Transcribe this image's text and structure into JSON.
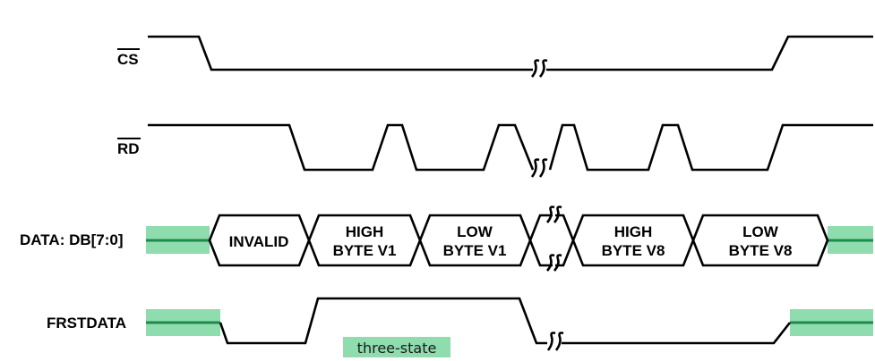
{
  "signals": {
    "cs": "CS",
    "rd": "RD",
    "data": "DATA: DB[7:0]",
    "frstdata": "FRSTDATA"
  },
  "data_cells": {
    "invalid": "INVALID",
    "high_v1": [
      "HIGH",
      "BYTE V1"
    ],
    "low_v1": [
      "LOW",
      "BYTE V1"
    ],
    "high_v8": [
      "HIGH",
      "BYTE V8"
    ],
    "low_v8": [
      "LOW",
      "BYTE V8"
    ]
  },
  "legend": {
    "three_state": "three-state"
  },
  "colors": {
    "three_state_fill": "#8fdcae",
    "three_state_line": "#1f8a4c"
  }
}
